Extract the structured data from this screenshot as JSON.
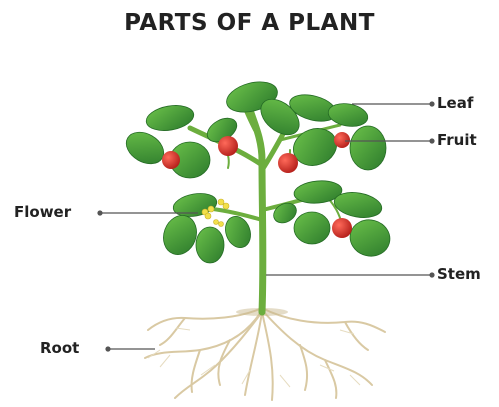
{
  "title": "PARTS OF A PLANT",
  "labels": {
    "leaf": "Leaf",
    "fruit": "Fruit",
    "flower": "Flower",
    "stem": "Stem",
    "root": "Root"
  },
  "colors": {
    "leaf": "#3f9a3a",
    "leaf_dark": "#2c7a2c",
    "stem": "#6cae3e",
    "fruit": "#d8302a",
    "flower": "#f2e04a",
    "root": "#d9c9a3",
    "line": "#555555"
  }
}
